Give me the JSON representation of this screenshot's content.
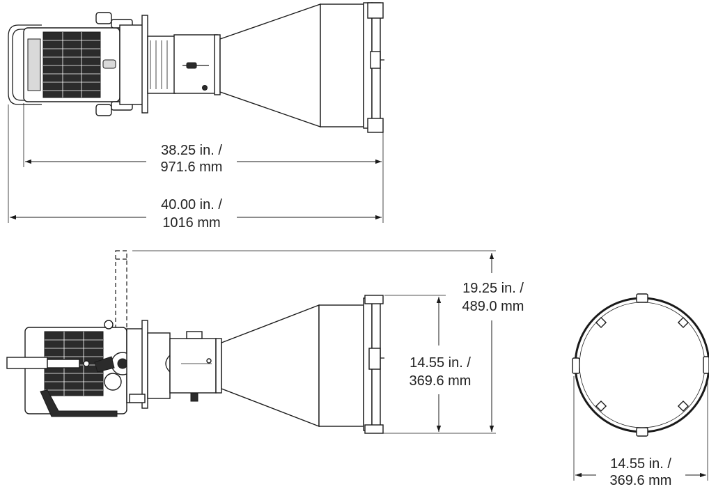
{
  "dimensions": {
    "top_inner": {
      "line1": "38.25 in. /",
      "line2": "971.6 mm"
    },
    "top_overall": {
      "line1": "40.00 in. /",
      "line2": "1016 mm"
    },
    "side_height": {
      "line1": "19.25 in. /",
      "line2": "489.0 mm"
    },
    "side_lens_height": {
      "line1": "14.55 in. /",
      "line2": "369.6 mm"
    },
    "front_diameter": {
      "line1": "14.55 in. /",
      "line2": "369.6 mm"
    }
  },
  "colors": {
    "line": "#1a1a1a",
    "text": "#222222",
    "background": "#ffffff"
  }
}
